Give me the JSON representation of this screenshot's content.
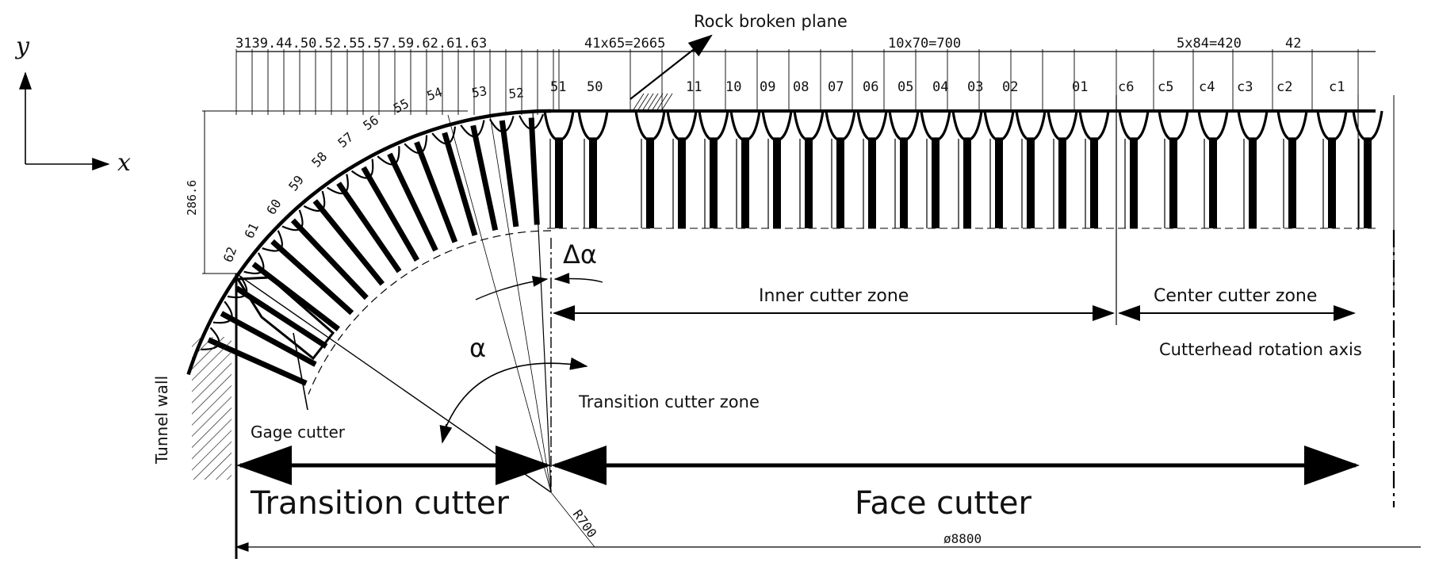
{
  "axes_legend": {
    "y_label": "y",
    "x_label": "x"
  },
  "top_labels": {
    "rock_broken_plane": "Rock broken plane",
    "spacing_seq": "3139.44.50.52.55.57.59.62.61.63",
    "spacing_transition": "41x65=2665",
    "spacing_inner": "10x70=700",
    "spacing_center": "5x84=420",
    "spacing_last": "42"
  },
  "cutter_numbers_flat": [
    "51",
    "50",
    "11",
    "10",
    "09",
    "08",
    "07",
    "06",
    "05",
    "04",
    "03",
    "02",
    "01",
    "c6",
    "c5",
    "c4",
    "c3",
    "c2",
    "c1"
  ],
  "cutter_numbers_curve": [
    "53",
    "52",
    "54",
    "55",
    "56",
    "57",
    "58",
    "59",
    "60",
    "61",
    "62"
  ],
  "height_dim": "286.6",
  "delta_alpha": "Δα",
  "alpha": "α",
  "zones": {
    "inner": "Inner cutter zone",
    "center": "Center cutter zone",
    "rotation_axis": "Cutterhead rotation axis",
    "transition": "Transition cutter zone",
    "gage": "Gage cutter",
    "tunnel_wall": "Tunnel wall"
  },
  "big_labels": {
    "transition_cutter": "Transition cutter",
    "face_cutter": "Face cutter"
  },
  "dims": {
    "radius": "R700",
    "diameter": "ø8800"
  }
}
